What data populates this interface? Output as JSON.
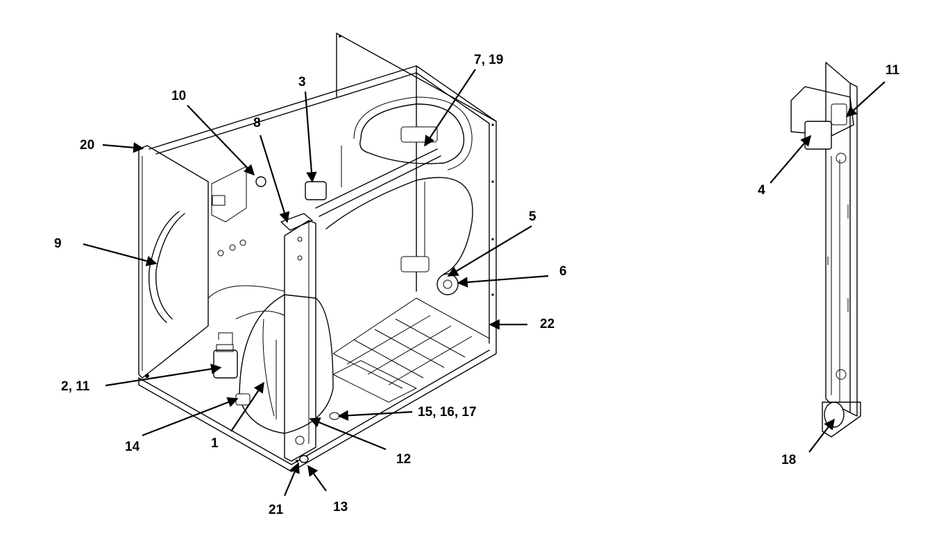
{
  "callouts": {
    "c1": "1",
    "c2_11": "2, 11",
    "c3": "3",
    "c4": "4",
    "c5": "5",
    "c6": "6",
    "c7_19": "7, 19",
    "c8": "8",
    "c9": "9",
    "c10": "10",
    "c11": "11",
    "c12": "12",
    "c13": "13",
    "c14": "14",
    "c15_16_17": "15, 16, 17",
    "c18": "18",
    "c20": "20",
    "c21": "21",
    "c22": "22"
  }
}
